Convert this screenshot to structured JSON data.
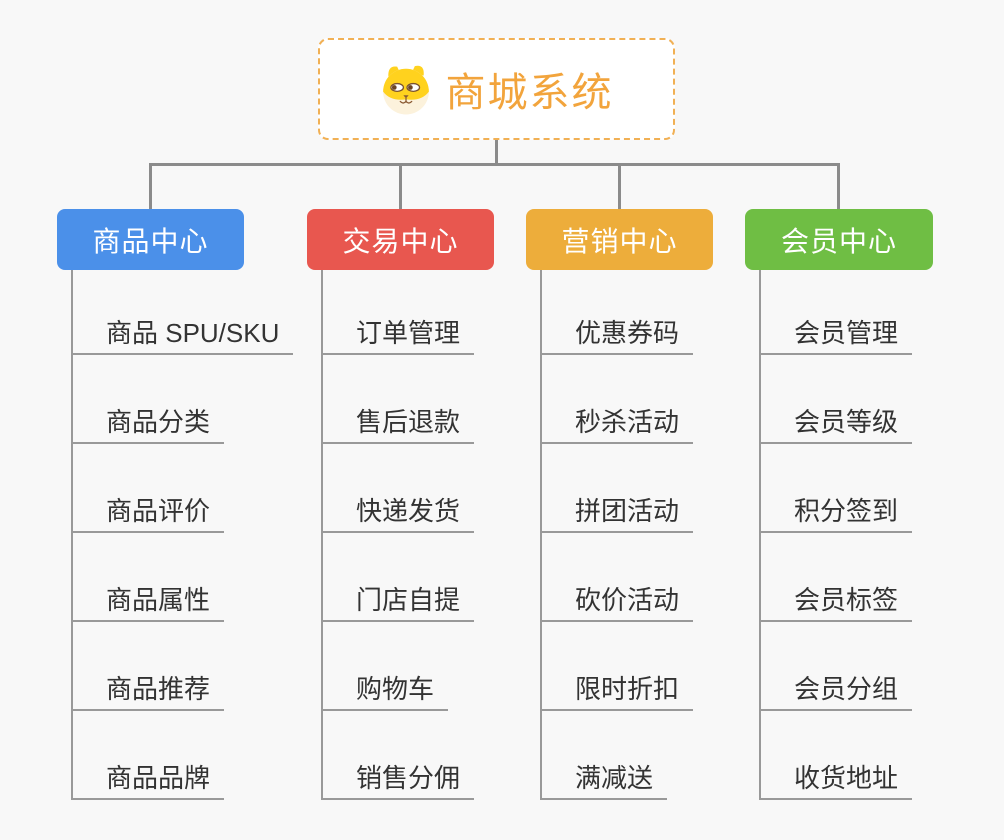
{
  "root": {
    "title": "商城系统",
    "icon": "dog-face-icon",
    "accent_color": "#F2A43C",
    "border_color": "#F1B054"
  },
  "connector_color": "#8B8B8B",
  "underline_color": "#999999",
  "background_color": "#F8F8F8",
  "branches": [
    {
      "label": "商品中心",
      "color": "#4B90E9",
      "items": [
        "商品 SPU/SKU",
        "商品分类",
        "商品评价",
        "商品属性",
        "商品推荐",
        "商品品牌"
      ]
    },
    {
      "label": "交易中心",
      "color": "#E8574F",
      "items": [
        "订单管理",
        "售后退款",
        "快递发货",
        "门店自提",
        "购物车",
        "销售分佣"
      ]
    },
    {
      "label": "营销中心",
      "color": "#EDAD3B",
      "items": [
        "优惠券码",
        "秒杀活动",
        "拼团活动",
        "砍价活动",
        "限时折扣",
        "满减送"
      ]
    },
    {
      "label": "会员中心",
      "color": "#6FBE44",
      "items": [
        "会员管理",
        "会员等级",
        "积分签到",
        "会员标签",
        "会员分组",
        "收货地址"
      ]
    }
  ]
}
